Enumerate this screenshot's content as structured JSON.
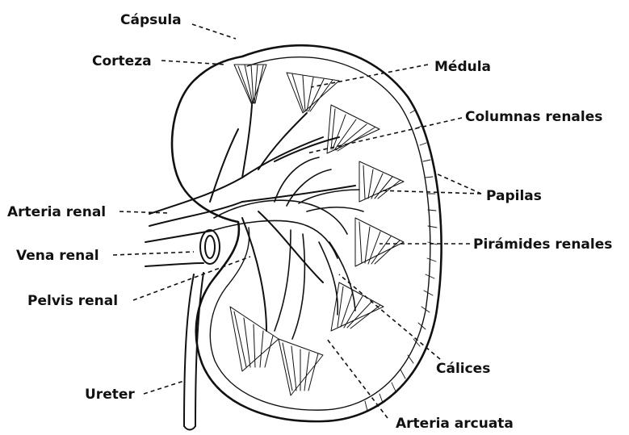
{
  "labels": {
    "capsula": "Cápsula",
    "corteza": "Corteza",
    "medula": "Médula",
    "columnas": "Columnas renales",
    "papilas": "Papilas",
    "arteria_renal": "Arteria renal",
    "vena_renal": "Vena renal",
    "piramides": "Pirámides renales",
    "pelvis": "Pelvis renal",
    "calices": "Cálices",
    "ureter": "Ureter",
    "arteria_arcuata": "Arteria arcuata"
  },
  "colors": {
    "ink": "#111111",
    "background": "#ffffff"
  }
}
